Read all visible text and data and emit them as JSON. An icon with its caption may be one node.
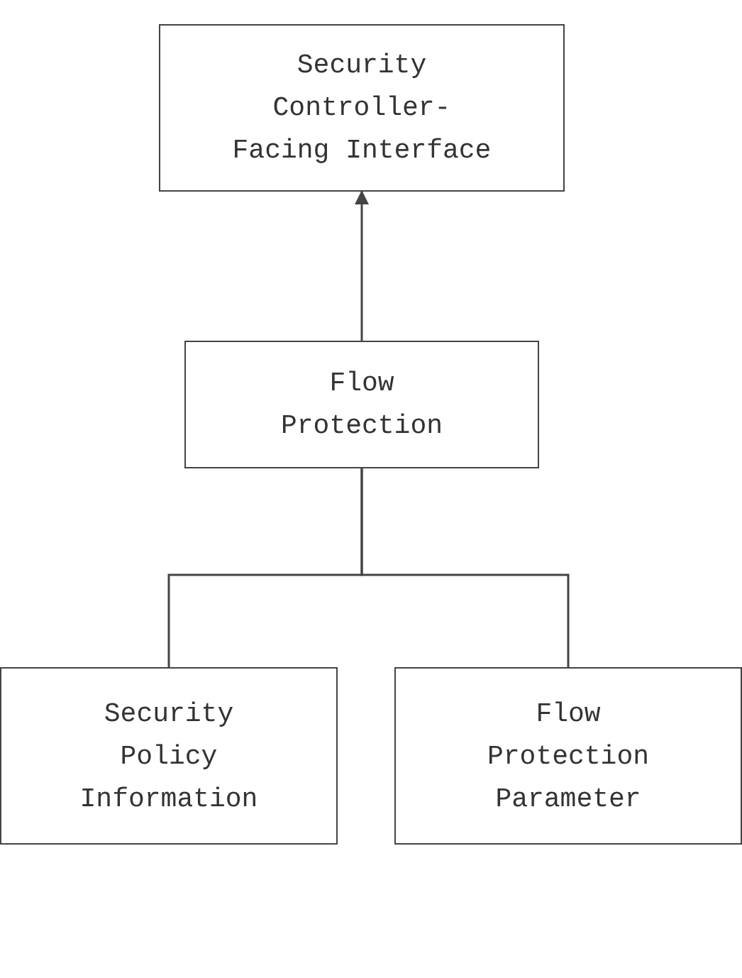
{
  "diagram": {
    "nodes": [
      {
        "text": [
          "Security Controller-Facing Interface"
        ]
      },
      {
        "text": [
          "Flow Protection"
        ]
      },
      {
        "text": [
          "Security Policy Information"
        ]
      },
      {
        "text": [
          "Flow Protection Parameter"
        ]
      }
    ],
    "edges": [
      {
        "from": 1,
        "to": 0,
        "arrow": "to"
      },
      {
        "from": 1,
        "to": 2,
        "arrow": "none"
      },
      {
        "from": 1,
        "to": 3,
        "arrow": "none"
      }
    ]
  }
}
